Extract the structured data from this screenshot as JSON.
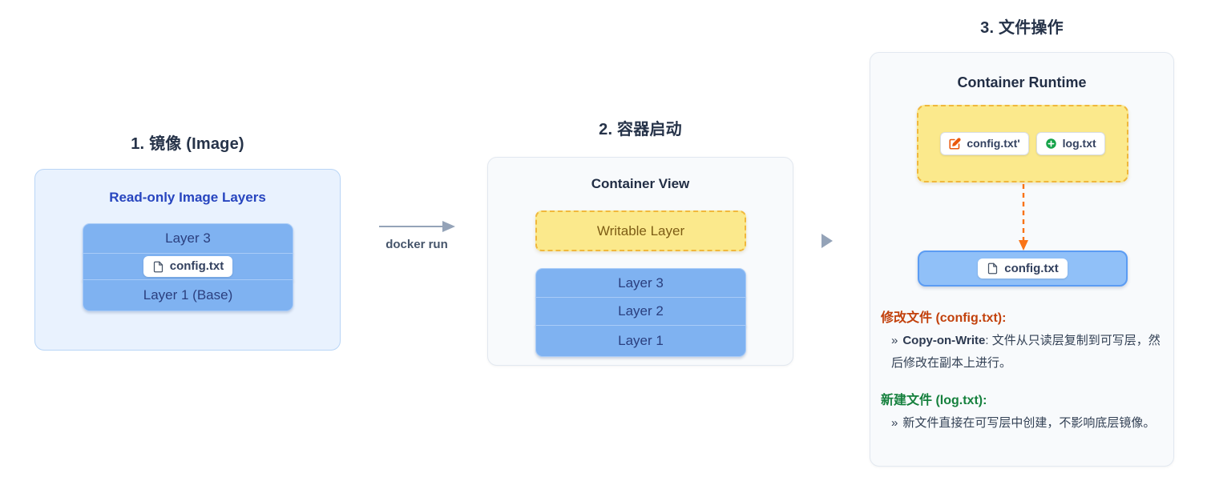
{
  "panel_image": {
    "title": "1. 镜像 (Image)",
    "heading": "Read-only Image Layers",
    "layer_top": "Layer 3",
    "file_badge": "config.txt",
    "layer_bottom": "Layer 1 (Base)"
  },
  "docker_run_arrow": {
    "label": "docker run"
  },
  "panel_container_start": {
    "title": "2. 容器启动",
    "heading": "Container View",
    "writable_layer": "Writable Layer",
    "layers": [
      "Layer 3",
      "Layer 2",
      "Layer 1"
    ]
  },
  "panel_file_ops": {
    "title": "3. 文件操作",
    "heading": "Container Runtime",
    "modified_file": "config.txt'",
    "new_file": "log.txt",
    "base_file": "config.txt",
    "modify": {
      "heading": "修改文件 (config.txt):",
      "marker": "»",
      "term": "Copy-on-Write",
      "body": ": 文件从只读层复制到可写层，然后修改在副本上进行。"
    },
    "create": {
      "heading": "新建文件 (log.txt):",
      "marker": "»",
      "body": "新文件直接在可写层中创建，不影响底层镜像。"
    }
  },
  "colors": {
    "panel1_bg": "#e9f2fe",
    "panel1_border": "#b9d5f6",
    "heading_blue": "#2745bf",
    "layer_fill": "#7fb2f1",
    "layer_border": "#a9ccf8",
    "layer_text": "#2b3f7e",
    "card_bg": "#f8fafc",
    "card_border": "#e2e8f0",
    "yellow_fill": "#fbe98c",
    "yellow_border": "#f0b83c",
    "yellow_text": "#7d5d15",
    "title_text": "#263349",
    "body_text": "#334155",
    "modify_orange": "#c2410c",
    "create_green": "#15803d",
    "arrow_gray": "#94a3b8",
    "cow_arrow_orange": "#f97316",
    "edit_icon_orange": "#ea580c",
    "plus_icon_green": "#16a34a",
    "blue_box_fill": "#90c0f8",
    "blue_box_border": "#5b9cf3"
  }
}
